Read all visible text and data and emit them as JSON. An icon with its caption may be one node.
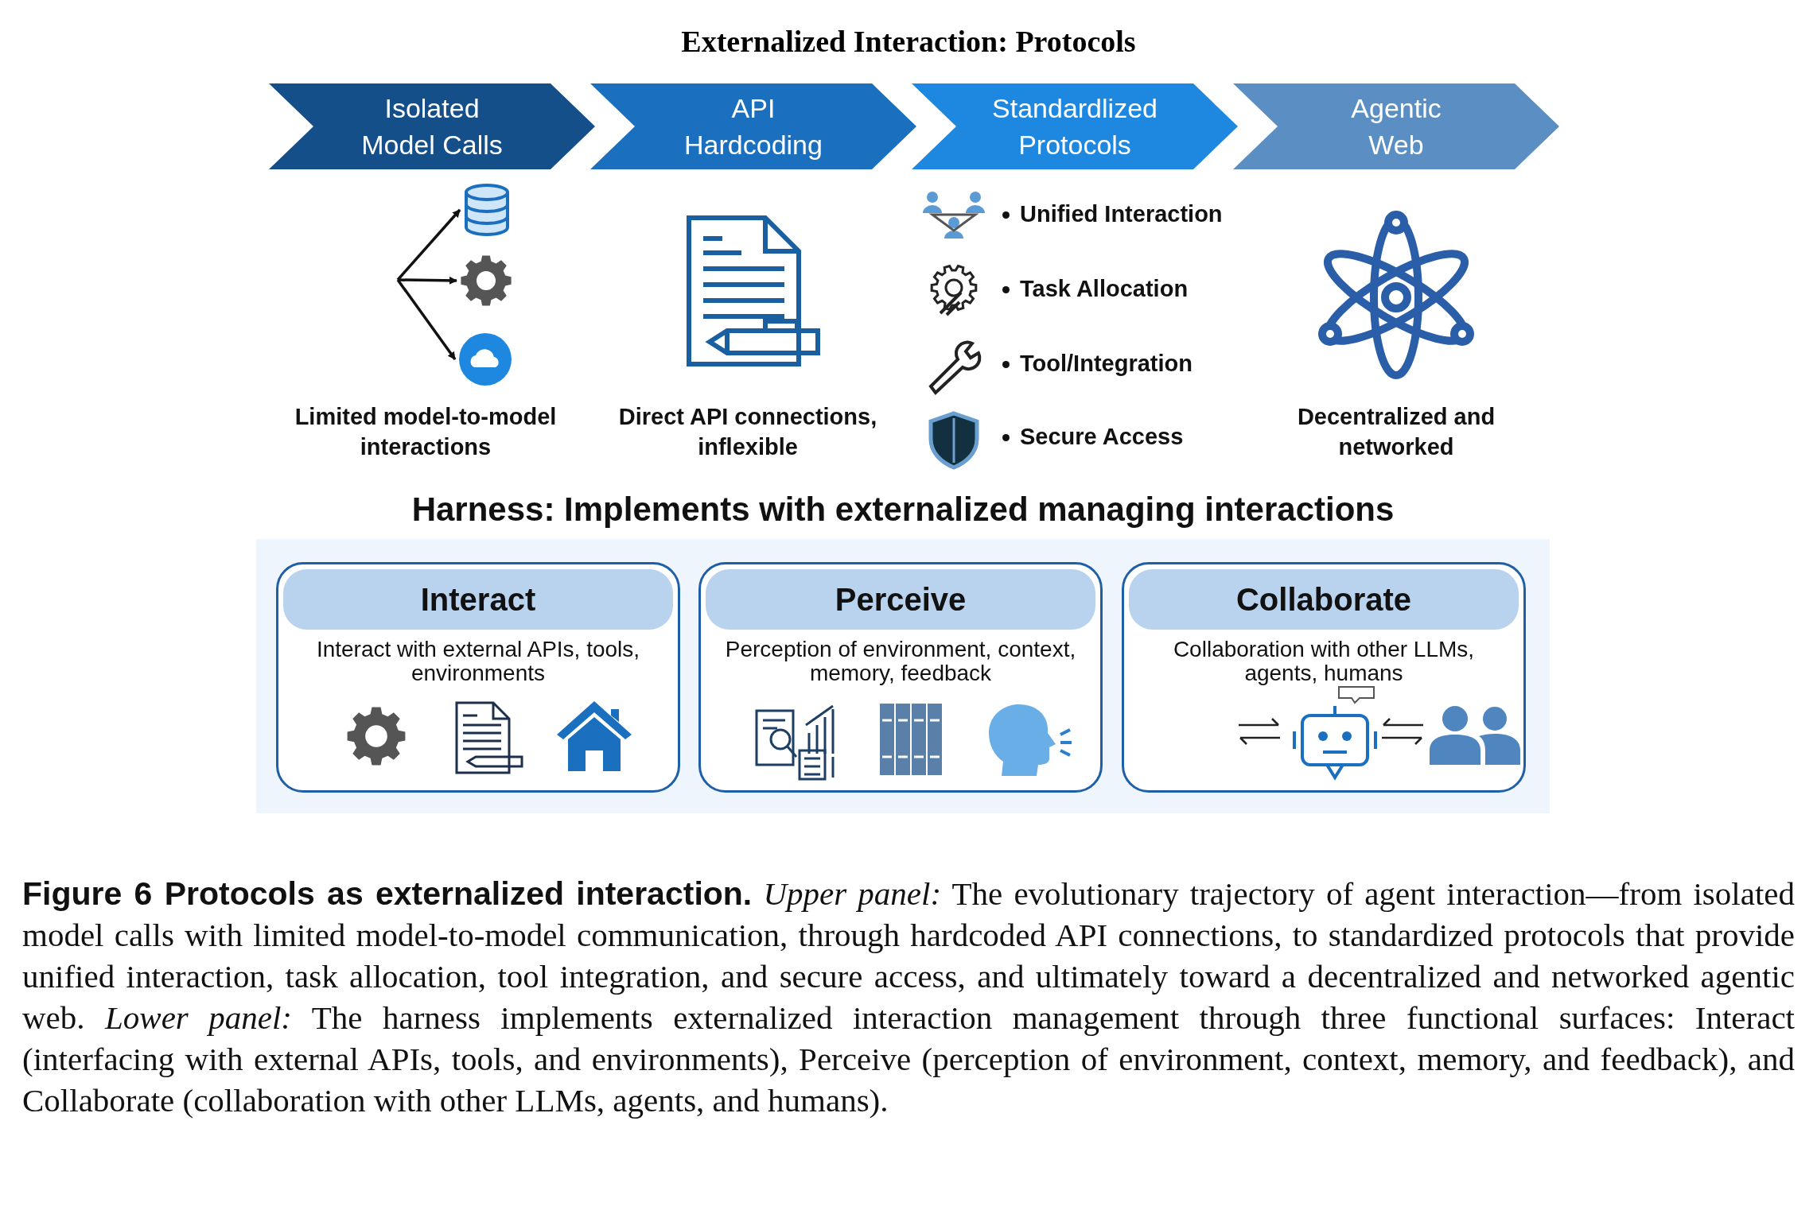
{
  "diagram": {
    "title": "Externalized Interaction: Protocols",
    "caption": "**Figure 6  Protocols as externalized interaction.** *Upper panel:* The evolutionary trajectory of agent interaction—from isolated model calls with limited model-to-model communication, through hardcoded API connections, to standardized protocols that provide unified interaction, task allocation, tool integration, and secure access, and ultimately toward a decentralized and networked agentic web. *Lower panel:* The harness implements externalized interaction management through three functional surfaces: Interact (interfacing with external APIs, tools, and environments), Perceive (perception of environment, context, memory, and feedback), and Collaborate (collaboration with other LLMs, agents, and humans).",
    "nodes": [
      {
        "text": [
          "Isolated Model Calls"
        ]
      },
      {
        "text": [
          "API Hardcoding"
        ]
      },
      {
        "text": [
          "Standardlized Protocols"
        ]
      },
      {
        "text": [
          "Agentic Web"
        ]
      },
      {
        "text": [],
        "shape": "cylinder"
      },
      {
        "text": [],
        "shape": "gear"
      },
      {
        "text": [],
        "shape": "cloud"
      },
      {
        "text": [
          "Harness: Implements with externalized managing interactions"
        ]
      },
      {
        "text": [
          "Interact",
          "Interact with external APIs, tools, environments"
        ],
        "in": 7
      },
      {
        "text": [
          "Perceive",
          "Perception of environment, context, memory, feedback"
        ],
        "in": 7
      },
      {
        "text": [
          "Collaborate",
          "Collaboration with other LLMs, agents, humans"
        ],
        "in": 7
      }
    ],
    "edges": [
      {
        "from": null,
        "to": 4,
        "arrow": "to"
      },
      {
        "from": null,
        "to": 5,
        "arrow": "to"
      },
      {
        "from": null,
        "to": 6,
        "arrow": "to"
      }
    ],
    "labels": [
      "Limited model-to-model interactions",
      "Direct API connections, inflexible",
      "Unified Interaction",
      "Task Allocation",
      "Tool/Integration",
      "Secure Access",
      "Decentralized and networked"
    ]
  }
}
